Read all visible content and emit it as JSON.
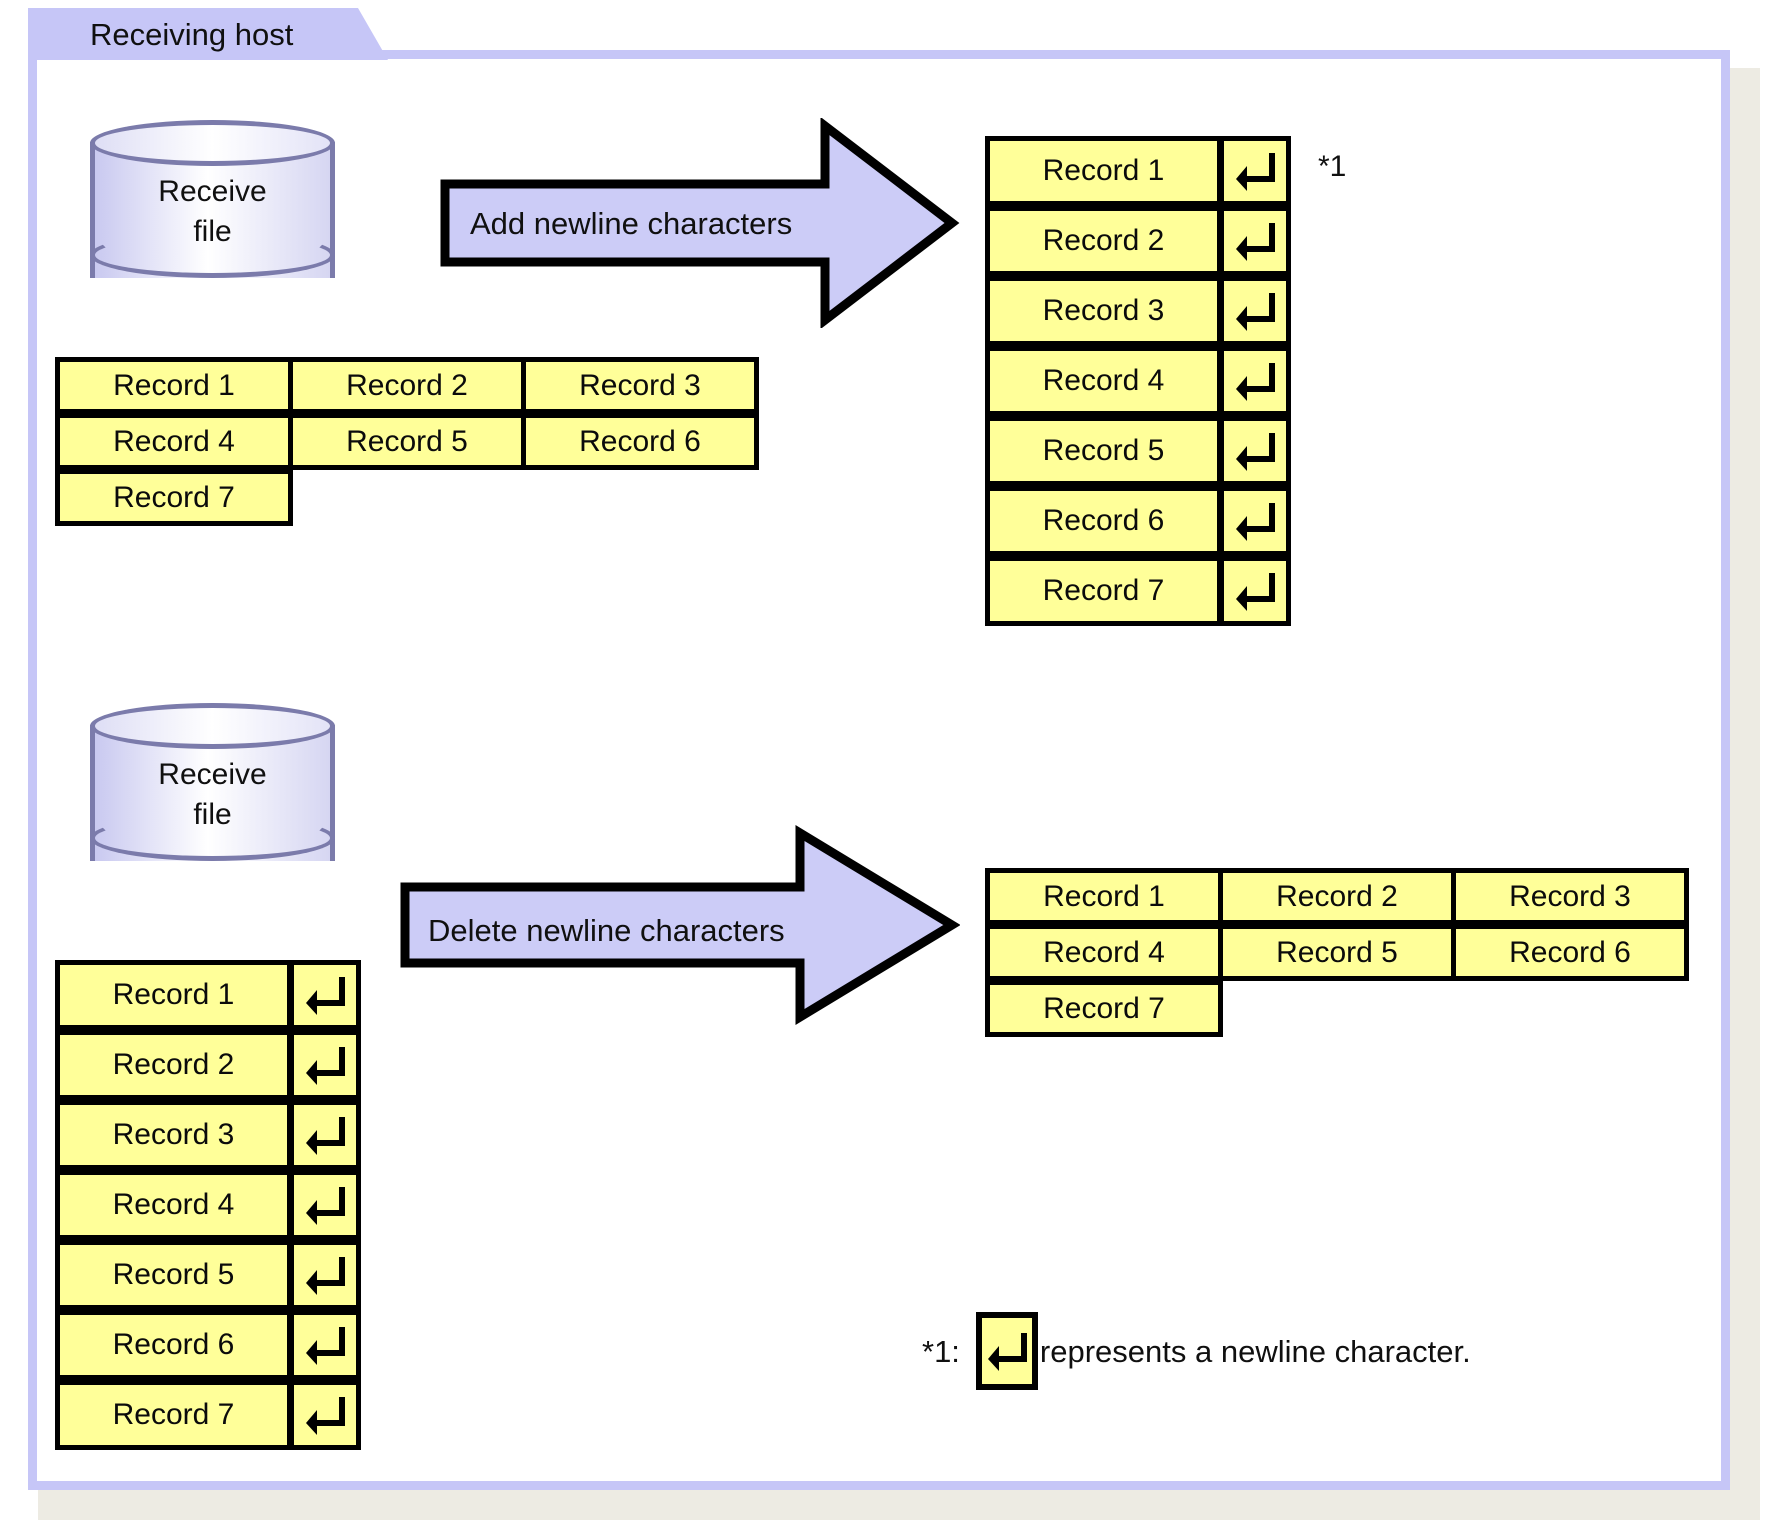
{
  "frame": {
    "tab_label": "Receiving host",
    "colors": {
      "frame_border": "#C6C6F7",
      "tab_fill": "#C6C6F7",
      "record_fill": "#FFFF99",
      "record_stroke": "#000000",
      "arrow_fill": "#CCCCF7",
      "cylinder_stroke": "#7B7BAB",
      "shadow": "#EDEBE3"
    }
  },
  "flow_top": {
    "source": {
      "icon": "database-cylinder-icon",
      "label_line1": "Receive",
      "label_line2": "file"
    },
    "arrow": {
      "label": "Add newline characters",
      "direction": "right"
    },
    "input_table": {
      "rows": [
        [
          "Record 1",
          "Record 2",
          "Record 3"
        ],
        [
          "Record 4",
          "Record 5",
          "Record 6"
        ],
        [
          "Record 7"
        ]
      ]
    },
    "output_list": {
      "newline_marker": "newline-return-icon",
      "footnote_ref": "*1",
      "records": [
        "Record 1",
        "Record 2",
        "Record 3",
        "Record 4",
        "Record 5",
        "Record 6",
        "Record 7"
      ]
    }
  },
  "flow_bottom": {
    "source": {
      "icon": "database-cylinder-icon",
      "label_line1": "Receive",
      "label_line2": "file"
    },
    "arrow": {
      "label": "Delete newline characters",
      "direction": "right"
    },
    "input_list": {
      "newline_marker": "newline-return-icon",
      "records": [
        "Record 1",
        "Record 2",
        "Record 3",
        "Record 4",
        "Record 5",
        "Record 6",
        "Record 7"
      ]
    },
    "output_table": {
      "rows": [
        [
          "Record 1",
          "Record 2",
          "Record 3"
        ],
        [
          "Record 4",
          "Record 5",
          "Record 6"
        ],
        [
          "Record 7"
        ]
      ]
    }
  },
  "legend": {
    "prefix": "*1:",
    "icon": "newline-return-icon",
    "text": "represents a newline character."
  }
}
